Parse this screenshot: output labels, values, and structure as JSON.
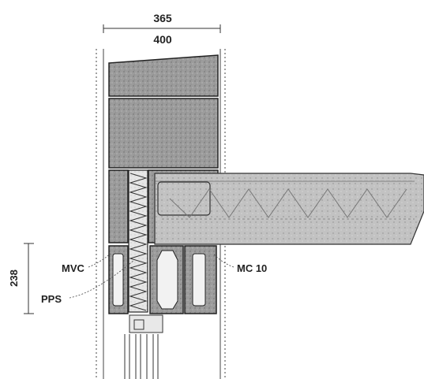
{
  "dimensions": {
    "top_inner": "365",
    "top_outer": "400",
    "left_height": "238"
  },
  "labels": {
    "mvc": "MVC",
    "pps": "PPS",
    "mc10": "MC 10"
  },
  "colors": {
    "masonry_fill": "#9a9a9a",
    "insulation_fill": "#dcdcdc",
    "slab_fill": "#bdbdbd",
    "line": "#333333"
  }
}
